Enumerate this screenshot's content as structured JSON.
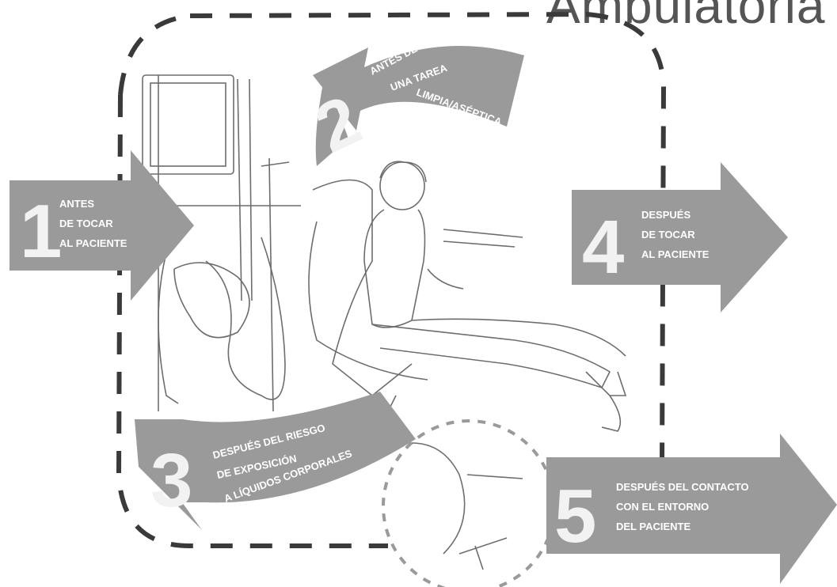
{
  "header": {
    "title_fragment": "Ambulatoria"
  },
  "colors": {
    "arrow": "#9a9a9a",
    "arrow_text": "#ffffff",
    "dashed_border": "#3a3a3a",
    "sketch": "#6d6d6d"
  },
  "moments": [
    {
      "number": "1",
      "lines": [
        "ANTES",
        "DE TOCAR",
        "AL PACIENTE"
      ]
    },
    {
      "number": "2",
      "lines": [
        "ANTES DE REALIZAR",
        "UNA TAREA",
        "LIMPIA/ASÉPTICA"
      ]
    },
    {
      "number": "3",
      "lines": [
        "DESPUÉS DEL RIESGO",
        "DE EXPOSICIÓN",
        "A LÍQUIDOS CORPORALES"
      ]
    },
    {
      "number": "4",
      "lines": [
        "DESPUÉS",
        "DE TOCAR",
        "AL PACIENTE"
      ]
    },
    {
      "number": "5",
      "lines": [
        "DESPUÉS DEL CONTACTO",
        "CON EL ENTORNO",
        "DEL PACIENTE"
      ]
    }
  ]
}
